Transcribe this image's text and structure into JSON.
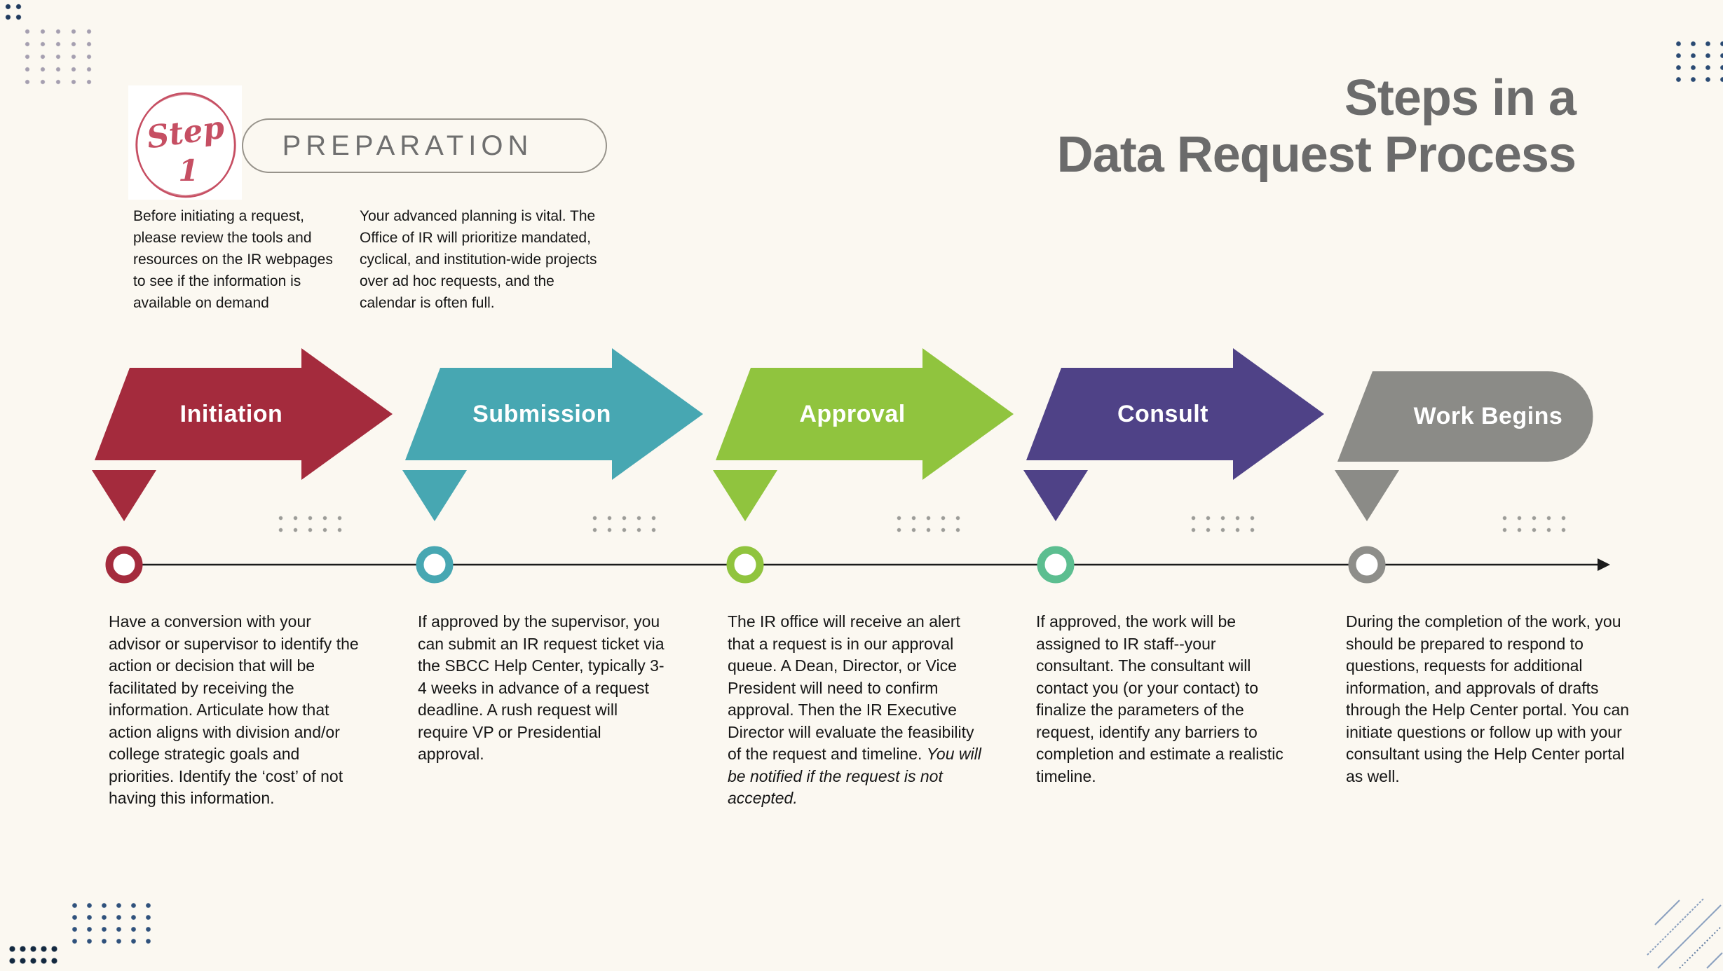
{
  "title": {
    "line1": "Steps in a",
    "line2": "Data Request Process"
  },
  "preparation": {
    "step_word": "Step",
    "step_number": "1",
    "pill_label": "PREPARATION",
    "badge_accent_color": "#C64F63",
    "note_left": "Before initiating a request, please review the tools and resources on the IR webpages to see if the information is available on demand",
    "note_right": "Your advanced planning is  vital. The Office of IR will prioritize mandated, cyclical, and institution-wide projects over ad hoc requests, and the calendar is often full."
  },
  "steps": [
    {
      "label": "Initiation",
      "color": "#A42B3D",
      "dot_color": "#A42B3D",
      "body": "Have a conversion with your advisor or supervisor to identify the action or decision that will be facilitated by receiving the information. Articulate how that action aligns with division and/or college strategic goals and priorities. Identify the ‘cost’ of not having this information.",
      "body_italic": ""
    },
    {
      "label": "Submission",
      "color": "#47A7B2",
      "dot_color": "#47A7B2",
      "body": "If approved by the supervisor, you can submit an IR request ticket via the SBCC Help Center, typically 3-4 weeks in advance of a request deadline. A rush request will require VP or Presidential approval.",
      "body_italic": ""
    },
    {
      "label": "Approval",
      "color": "#90C43E",
      "dot_color": "#90C43E",
      "body": "The IR office will receive an alert that a request is in our approval queue. A Dean, Director, or Vice President will need to confirm approval. Then the IR Executive Director will evaluate the feasibility of the request and timeline. ",
      "body_italic": "You will be notified if the request is not accepted."
    },
    {
      "label": "Consult",
      "color": "#4F4287",
      "dot_color": "#5CBE90",
      "body": "If approved, the work will be assigned to IR staff--your consultant. The consultant will contact you (or your contact) to finalize the parameters of the request, identify any barriers to completion and estimate a realistic timeline.",
      "body_italic": ""
    },
    {
      "label": "Work Begins",
      "color": "#8B8B87",
      "dot_color": "#8E8E8A",
      "body": "During the completion of the work, you should be prepared to respond to questions, requests for additional information, and approvals of drafts through the Help Center portal. You can initiate questions or follow up with your consultant using the Help Center portal as well.",
      "body_italic": ""
    }
  ]
}
